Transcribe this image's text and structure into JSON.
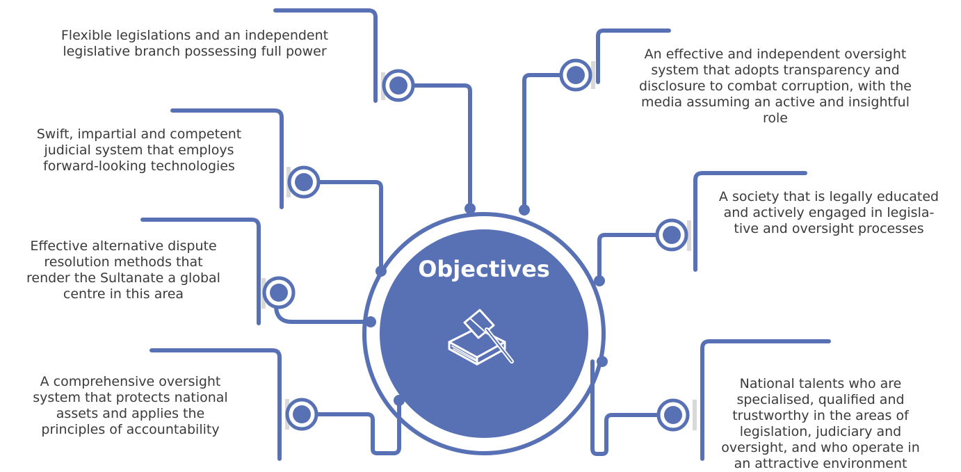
{
  "center": {
    "title": "Objectives",
    "icon": "gavel-book-icon"
  },
  "colors": {
    "accent": "#5870b4",
    "accent_dark": "#4d63a6",
    "node_fill": "#ffffff",
    "tab_gray": "#d9d9d9",
    "text": "#3a3a3a"
  },
  "objectives": [
    {
      "id": "legislation",
      "text": "Flexible legislations and an independent legislative branch possessing full power",
      "lines": [
        "Flexible legislations and an independent",
        "legislative branch possessing full power"
      ]
    },
    {
      "id": "judicial",
      "text": "Swift, impartial and competent judicial system that employs forward-looking technologies",
      "lines": [
        "Swift, impartial and competent",
        "judicial system that employs",
        "forward-looking technologies"
      ]
    },
    {
      "id": "dispute-resolution",
      "text": "Effective alternative dispute resolution methods that render the Sultanate a global centre in this area",
      "lines": [
        "Effective alternative dispute",
        "resolution methods that",
        "render the Sultanate a global",
        "centre in this area"
      ]
    },
    {
      "id": "asset-oversight",
      "text": "A comprehensive oversight system that protects national assets and applies the principles of accountability",
      "lines": [
        "A comprehensive oversight",
        "system that protects national",
        "assets and applies the",
        "principles of accountability"
      ]
    },
    {
      "id": "oversight-transparency",
      "text": "An effective and independent oversight system that adopts transparency and disclosure to combat corruption, with the media assuming an active and insightful role",
      "lines": [
        "An effective and independent oversight",
        "system that adopts transparency and",
        "disclosure to combat corruption, with the",
        "media assuming an active and insightful",
        "role"
      ]
    },
    {
      "id": "society",
      "text": "A society that is legally educated and actively engaged in legislative and oversight processes",
      "lines": [
        "A society that is legally educated",
        "and actively engaged in legisla-",
        "tive and oversight processes"
      ]
    },
    {
      "id": "national-talents",
      "text": "National talents who are specialised, qualified and trustworthy in the areas of legislation, judiciary and oversight, and who operate in an attractive environment",
      "lines": [
        "National talents who are",
        "specialised, qualified and",
        "trustworthy in the areas of",
        "legislation, judiciary and",
        "oversight, and who operate in",
        "an attractive environment"
      ]
    }
  ]
}
